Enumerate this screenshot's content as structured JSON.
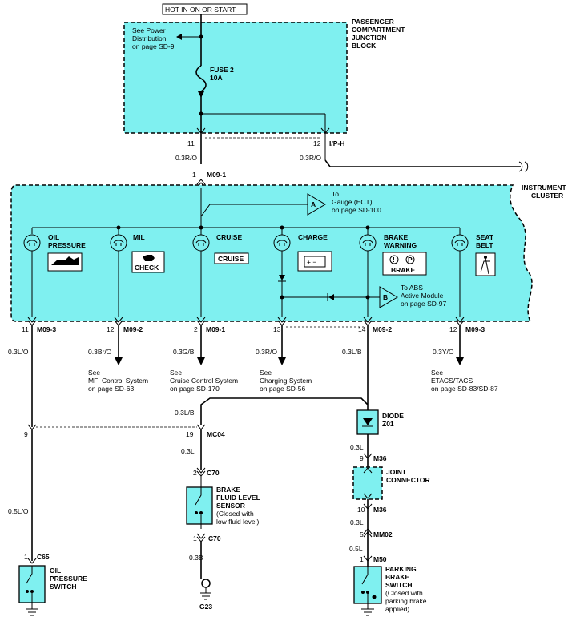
{
  "power_label": "HOT IN ON OR START",
  "junction_block": {
    "title_lines": [
      "PASSENGER",
      "COMPARTMENT",
      "JUNCTION",
      "BLOCK"
    ],
    "power_dist_lines": [
      "See Power",
      "Distribution",
      "on page SD-9"
    ],
    "fuse_lines": [
      "FUSE 2",
      "10A"
    ]
  },
  "top_connectors": {
    "pin_11": "11",
    "pin_12": "12",
    "conn": "I/P-H",
    "wire_left": "0.3R/O",
    "wire_right": "0.3R/O",
    "pin_1": "1",
    "conn_m09_1": "M09-1"
  },
  "cluster": {
    "title_lines": [
      "INSTRUMENT",
      "CLUSTER"
    ],
    "ref_a": {
      "letter": "A",
      "lines": [
        "To",
        "Gauge (ECT)",
        "on page SD-100"
      ]
    },
    "ref_b": {
      "letter": "B",
      "lines": [
        "To ABS",
        "Active Module",
        "on page SD-97"
      ]
    },
    "lamps": [
      {
        "lines": [
          "OIL",
          "PRESSURE"
        ],
        "badge": ""
      },
      {
        "lines": [
          "MIL"
        ],
        "badge": "CHECK"
      },
      {
        "lines": [
          "CRUISE"
        ],
        "badge": "CRUISE"
      },
      {
        "lines": [
          "CHARGE"
        ],
        "badge": ""
      },
      {
        "lines": [
          "BRAKE",
          "WARNING"
        ],
        "badge": "BRAKE"
      },
      {
        "lines": [
          "SEAT",
          "BELT"
        ],
        "badge": ""
      }
    ]
  },
  "outputs": [
    {
      "pin": "11",
      "conn": "M09-3",
      "wire": "0.3L/O",
      "see": []
    },
    {
      "pin": "12",
      "conn": "M09-2",
      "wire": "0.3Br/O",
      "see": [
        "See",
        "MFI Control System",
        "on page SD-63"
      ]
    },
    {
      "pin": "2",
      "conn": "M09-1",
      "wire": "0.3G/B",
      "see": [
        "See",
        "Cruise Control System",
        "on page SD-170"
      ]
    },
    {
      "pin": "13",
      "conn": "",
      "wire": "0.3R/O",
      "see": [
        "See",
        "Charging System",
        "on page SD-56"
      ]
    },
    {
      "pin": "14",
      "conn": "M09-2",
      "wire": "0.3L/B",
      "see": []
    },
    {
      "pin": "12",
      "conn": "M09-3",
      "wire": "0.3Y/O",
      "see": [
        "See",
        "ETACS/TACS",
        "on page SD-83/SD-87"
      ]
    }
  ],
  "lower": {
    "wire_lb": "0.3L/B",
    "pin_9": "9",
    "pin_19": "19",
    "conn_mc04": "MC04",
    "wire_03l_mid": "0.3L",
    "pin_2": "2",
    "conn_c70_top": "C70",
    "brake_fluid_lines": [
      "BRAKE",
      "FLUID LEVEL",
      "SENSOR",
      "(Closed with",
      "low fluid level)"
    ],
    "pin_1_c70": "1",
    "conn_c70_bot": "C70",
    "wire_03b": "0.3B",
    "ground_g23": "G23",
    "wire_05lo": "0.5L/O",
    "pin_1_c65": "1",
    "conn_c65": "C65",
    "oil_switch_lines": [
      "OIL",
      "PRESSURE",
      "SWITCH"
    ],
    "diode_lines": [
      "DIODE",
      "Z01"
    ],
    "wire_03l_diode": "0.3L",
    "pin_9_m36": "9",
    "conn_m36_top": "M36",
    "joint_lines": [
      "JOINT",
      "CONNECTOR"
    ],
    "pin_10": "10",
    "conn_m36_bot": "M36",
    "wire_03l_joint": "0.3L",
    "pin_5": "5",
    "conn_mm02": "MM02",
    "wire_05l": "0.5L",
    "pin_1_m50": "1",
    "conn_m50": "M50",
    "parking_lines": [
      "PARKING",
      "BRAKE",
      "SWITCH",
      "(Closed with",
      "parking brake",
      "applied)"
    ]
  }
}
